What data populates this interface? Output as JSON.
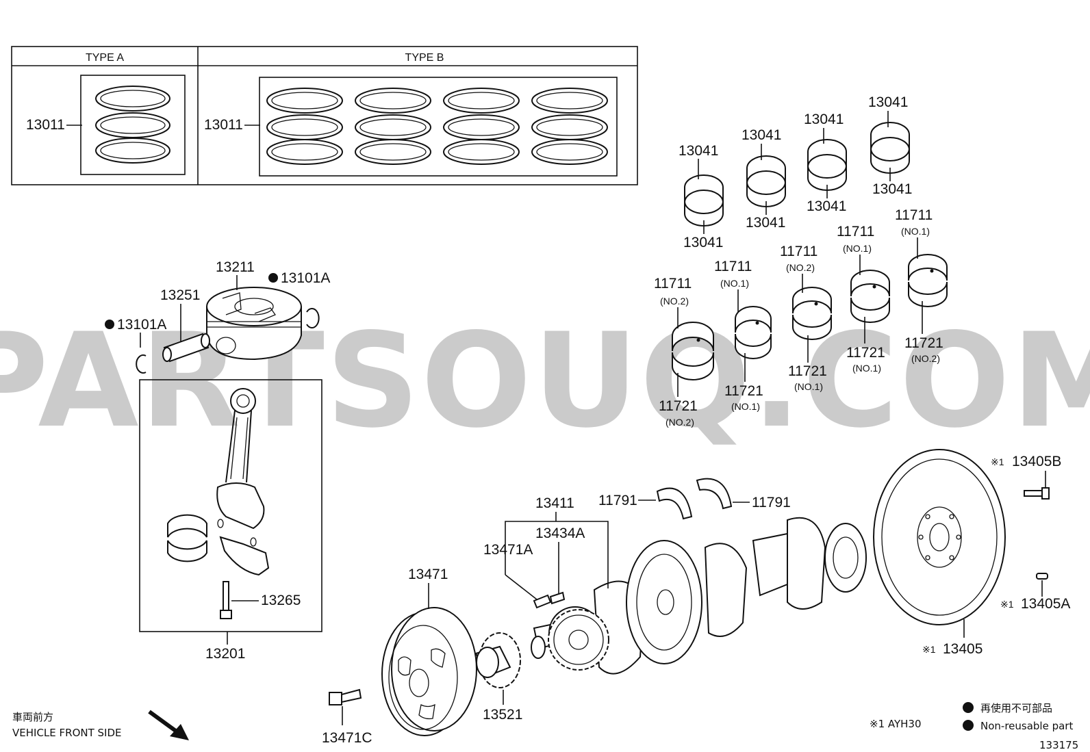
{
  "header": {
    "type_a": "TYPE A",
    "type_b": "TYPE B"
  },
  "watermark": "PARTSOUQ.COM",
  "parts": {
    "p13011_a": "13011",
    "p13011_b": "13011",
    "p13041_1": "13041",
    "p13041_2": "13041",
    "p13041_3": "13041",
    "p13041_4": "13041",
    "p13041_5": "13041",
    "p13041_6": "13041",
    "p13041_7": "13041",
    "p13041_8": "13041",
    "p13211": "13211",
    "p13101A_r": "13101A",
    "p13101A_l": "13101A",
    "p13251": "13251",
    "p11711_1": "11711",
    "p11711_1_sub": "(NO.2)",
    "p11711_2": "11711",
    "p11711_2_sub": "(NO.1)",
    "p11711_3": "11711",
    "p11711_3_sub": "(NO.2)",
    "p11711_4": "11711",
    "p11711_4_sub": "(NO.1)",
    "p11711_5": "11711",
    "p11711_5_sub": "(NO.1)",
    "p11721_1": "11721",
    "p11721_1_sub": "(NO.2)",
    "p11721_2": "11721",
    "p11721_2_sub": "(NO.1)",
    "p11721_3": "11721",
    "p11721_3_sub": "(NO.1)",
    "p11721_4": "11721",
    "p11721_4_sub": "(NO.1)",
    "p11721_5": "11721",
    "p11721_5_sub": "(NO.2)",
    "p13405B": "13405B",
    "p13405A": "13405A",
    "p13405": "13405",
    "p11791_l": "11791",
    "p11791_r": "11791",
    "p13411": "13411",
    "p13434A": "13434A",
    "p13471A": "13471A",
    "p13471": "13471",
    "p13265": "13265",
    "p13201": "13201",
    "p13521": "13521",
    "p13471C": "13471C",
    "note_mark": "※1"
  },
  "footer": {
    "direction_jp": "車両前方",
    "direction_en": "VEHICLE FRONT SIDE",
    "legend_jp": "再使用不可部品",
    "legend_en": "Non-reusable part",
    "applicability": "※1 AYH30",
    "diagram_id": "133175"
  },
  "colors": {
    "line": "#111111",
    "watermark": "#bdbdbd",
    "background": "#ffffff"
  }
}
